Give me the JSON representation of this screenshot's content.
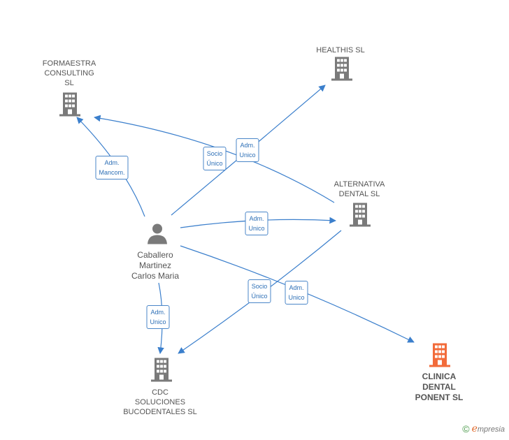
{
  "colors": {
    "edge": "#3b7fcc",
    "company": "#7a7a7a",
    "person": "#7a7a7a",
    "highlight": "#f26b3a"
  },
  "person": {
    "name": "Caballero\nMartinez\nCarlos Maria"
  },
  "companies": {
    "formaestra": {
      "label": "FORMAESTRA\nCONSULTING\nSL"
    },
    "healthis": {
      "label": "HEALTHIS SL"
    },
    "alternativa": {
      "label": "ALTERNATIVA\nDENTAL  SL"
    },
    "cdc": {
      "label": "CDC\nSOLUCIONES\nBUCODENTALES SL"
    },
    "clinica": {
      "label": "CLINICA\nDENTAL\nPONENT  SL"
    }
  },
  "edges": {
    "person_formaestra": "Adm.\nMancom.",
    "person_healthis": "Adm.\nUnico",
    "alternativa_formaestra": "Socio\nÚnico",
    "person_alternativa": "Adm.\nUnico",
    "alternativa_cdc": "Socio\nÚnico",
    "person_clinica": "Adm.\nUnico",
    "person_cdc": "Adm.\nUnico"
  },
  "brand": {
    "copyright": "©",
    "initial": "e",
    "rest": "mpresia"
  }
}
